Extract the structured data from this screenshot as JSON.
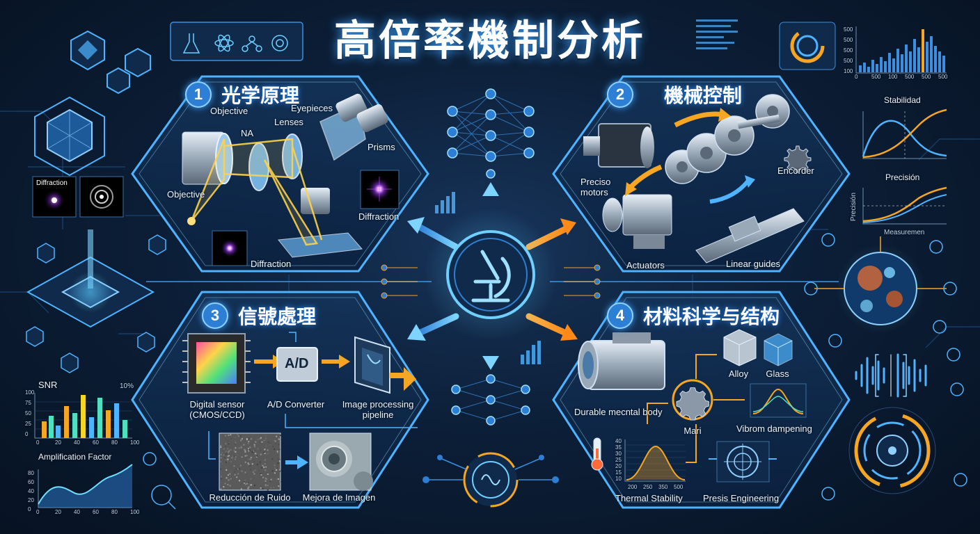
{
  "title": "高倍率機制分析",
  "sections": [
    {
      "number": "1",
      "title": "光学原理",
      "labels": [
        "Objective",
        "Eyepieces",
        "NA",
        "Lenses",
        "Prisms",
        "Objective",
        "Diffraction",
        "Diffraction"
      ]
    },
    {
      "number": "2",
      "title": "機械控制",
      "labels": [
        "Preciso motors",
        "Encorder",
        "Actuators",
        "Linear guides"
      ]
    },
    {
      "number": "3",
      "title": "信號處理",
      "ad_box": "A/D",
      "labels": [
        "Digital sensor (CMOS/CCD)",
        "A/D Converter",
        "Image processing pipeline",
        "Reducción de Ruido",
        "Mejora de Imagen"
      ]
    },
    {
      "number": "4",
      "title": "材料科学与结构",
      "labels": [
        "Alloy",
        "Glass",
        "Durable mecntal body",
        "Mari",
        "Vibrom dampening",
        "Thermal Stability",
        "Presis Engineering"
      ]
    }
  ],
  "left_panel": {
    "diffraction_label": "Diffraction",
    "snr": {
      "title": "SNR",
      "corner": "10%",
      "y_ticks": [
        "100",
        "75",
        "50",
        "25",
        "0"
      ],
      "x_ticks": [
        "0",
        "20",
        "40",
        "60",
        "80",
        "100"
      ]
    },
    "amp": {
      "title": "Amplification Factor",
      "y_ticks": [
        "80",
        "60",
        "40",
        "20",
        "0"
      ],
      "x_ticks": [
        "0",
        "20",
        "40",
        "60",
        "80",
        "100"
      ]
    }
  },
  "right_panel": {
    "top_y_ticks": [
      "500",
      "500",
      "500",
      "500",
      "100"
    ],
    "top_x_ticks": [
      "0",
      "500",
      "100",
      "500",
      "500",
      "500"
    ],
    "stability_title": "Stabilidad",
    "precision_title": "Precisión",
    "precision_axis": "Precisión",
    "precision_xlabel": "Measuremen"
  },
  "thermal_chart": {
    "y_ticks": [
      "40",
      "35",
      "30",
      "25",
      "20",
      "15",
      "10"
    ],
    "x_ticks": [
      "200",
      "250",
      "350",
      "500"
    ]
  },
  "colors": {
    "accent": "#3aa0ff",
    "glow": "#5fd0ff",
    "orange": "#f5a623",
    "panel": "#0f2a4a"
  }
}
